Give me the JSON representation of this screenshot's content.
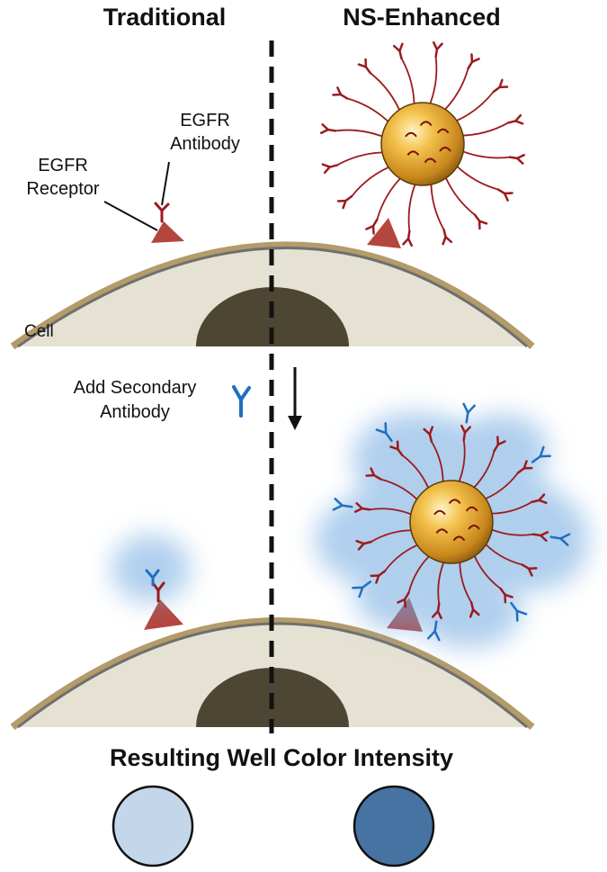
{
  "titles": {
    "left": "Traditional",
    "right": "NS-Enhanced"
  },
  "labels": {
    "antibody_line1": "EGFR",
    "antibody_line2": "Antibody",
    "receptor_line1": "EGFR",
    "receptor_line2": "Receptor",
    "cell": "Cell",
    "secondary_line1": "Add Secondary",
    "secondary_line2": "Antibody"
  },
  "result": {
    "heading": "Resulting Well Color Intensity"
  },
  "colors": {
    "primary_antibody": "#9b1b1e",
    "secondary_antibody": "#1f6fc0",
    "receptor": "#b5463f",
    "cytoplasm": "#e6e2d3",
    "membrane": "#6f6f6f",
    "membrane_outer": "#b39b6a",
    "nucleus": "#4d4633",
    "glow": "#6fa8e0",
    "well_traditional": "#c4d7ea",
    "well_enhanced": "#4673a1"
  }
}
